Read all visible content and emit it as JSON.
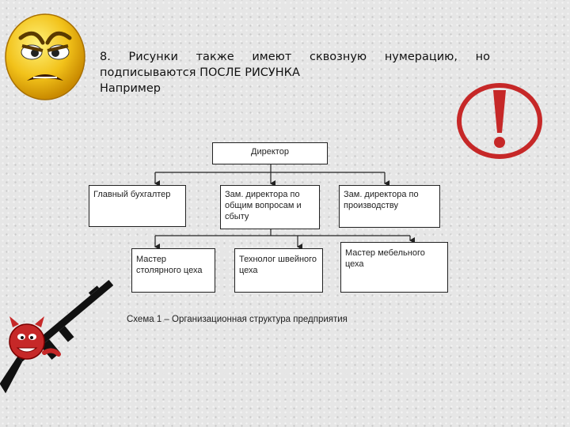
{
  "slide": {
    "line1_words": [
      "8.",
      "Рисунки",
      "также",
      "имеют",
      "сквозную",
      "нумерацию,",
      "но"
    ],
    "line2": "подписываются ПОСЛЕ РИСУНКА",
    "line3": "Например"
  },
  "org_chart": {
    "director": "Директор",
    "chief_accountant": "Главный бухгалтер",
    "deputy_general": "Зам. директора по общим вопросам и сбыту",
    "deputy_production": "Зам. директора по производству",
    "carpentry_master": "Мастер столярного цеха",
    "sewing_technologist": "Технолог швейного цеха",
    "furniture_master": "Мастер мебельного цеха",
    "caption": "Схема 1 – Организационная структура предприятия"
  },
  "icons": {
    "smiley": "angry-smiley-icon",
    "warning": "exclamation-warning-icon",
    "gunman": "devil-with-rifle-icon"
  },
  "colors": {
    "warning_red": "#c62828",
    "smiley_yellow": "#f2c21a"
  }
}
